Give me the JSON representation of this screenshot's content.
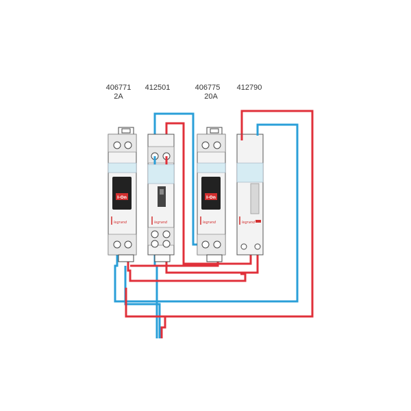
{
  "references": [
    {
      "code": "406771",
      "rating": "2A"
    },
    {
      "code": "412501",
      "rating": ""
    },
    {
      "code": "406775",
      "rating": "20A"
    },
    {
      "code": "412790",
      "rating": ""
    }
  ],
  "modules": {
    "breaker_1": {
      "switch_label": "I-On",
      "brand": "legrand"
    },
    "timer": {
      "brand": "legrand"
    },
    "breaker_2": {
      "switch_label": "I-On",
      "brand": "legrand"
    },
    "contactor": {
      "brand": "legrand"
    }
  },
  "colors": {
    "phase_wire": "#e0303a",
    "neutral_wire": "#2a9fd8",
    "module_body": "#f3f3f3",
    "window": "#d6ecf3",
    "handle": "#222222",
    "brand_red": "#d32f2f"
  }
}
